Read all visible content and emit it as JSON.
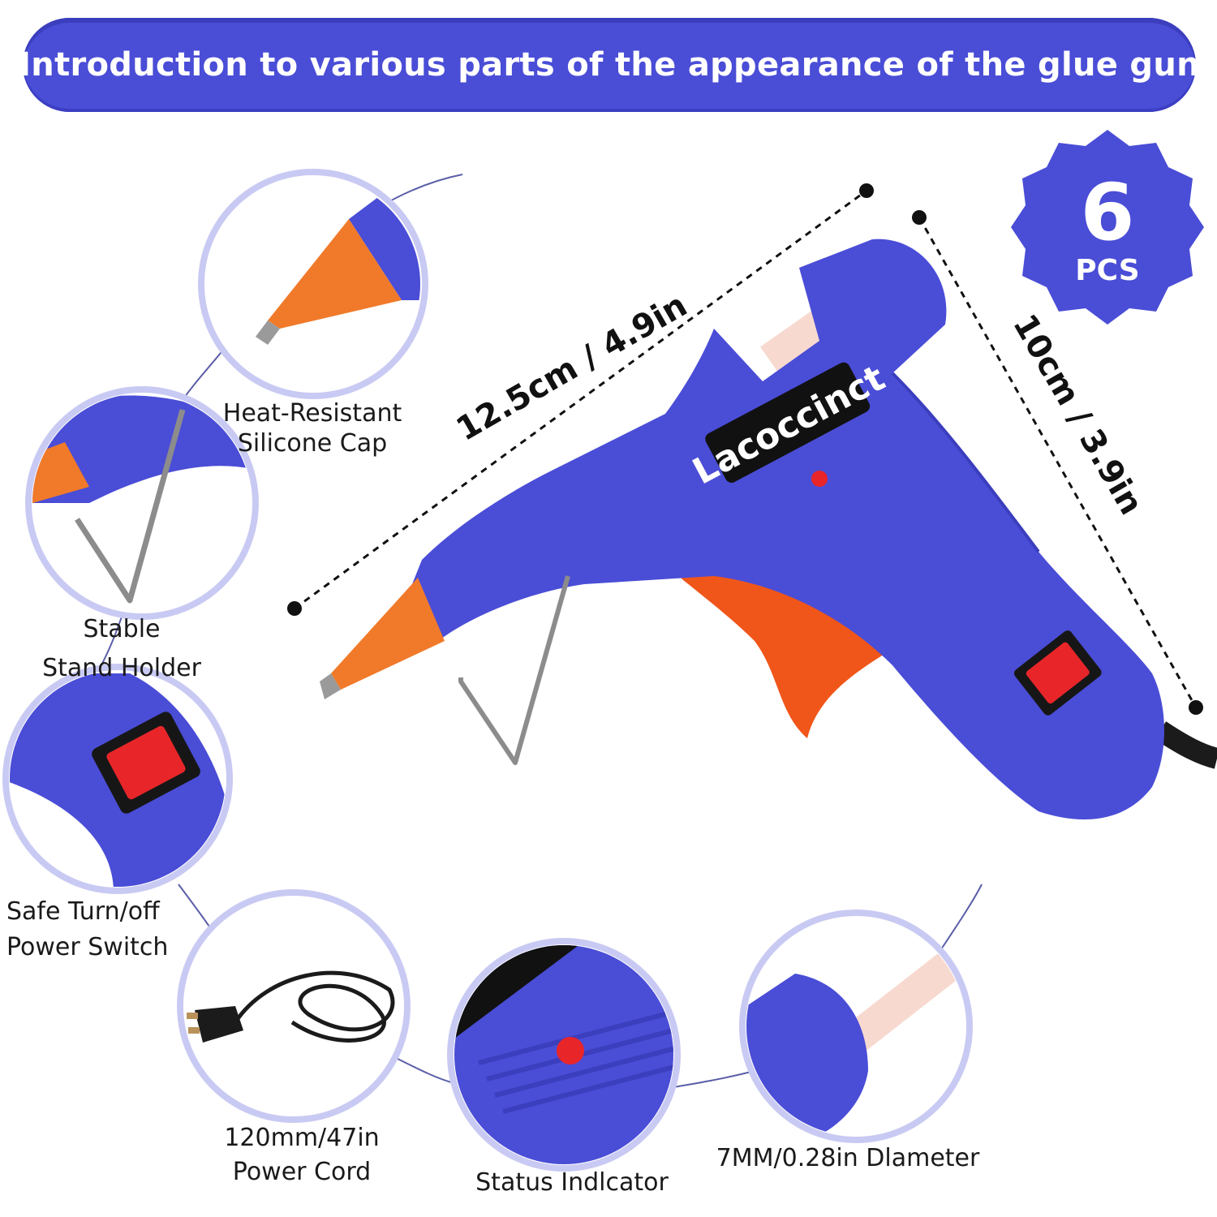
{
  "banner": {
    "title": "Introduction to various parts of the appearance of the glue gun"
  },
  "badge": {
    "count": "6",
    "unit": "PCS"
  },
  "product": {
    "brand": "Lacoccinct"
  },
  "dimensions": {
    "length": "12.5cm / 4.9in",
    "height": "10cm / 3.9in"
  },
  "parts": {
    "cap": {
      "line1": "Heat-Resistant",
      "line2": "Silicone Cap"
    },
    "stand": {
      "line1": "Stable",
      "line2": "Stand Holder"
    },
    "switch": {
      "line1": "Safe Turn/off",
      "line2": "Power Switch"
    },
    "cord": {
      "line1": "120mm/47in",
      "line2": "Power Cord"
    },
    "indicator": {
      "line1": "Status Indlcator"
    },
    "diameter": {
      "line1": "7MM/0.28in Dlameter"
    }
  },
  "colors": {
    "body": "#4a4dd6",
    "accent_orange": "#f0621e",
    "indicator_red": "#e8262a",
    "ring": "#c9caf3"
  }
}
